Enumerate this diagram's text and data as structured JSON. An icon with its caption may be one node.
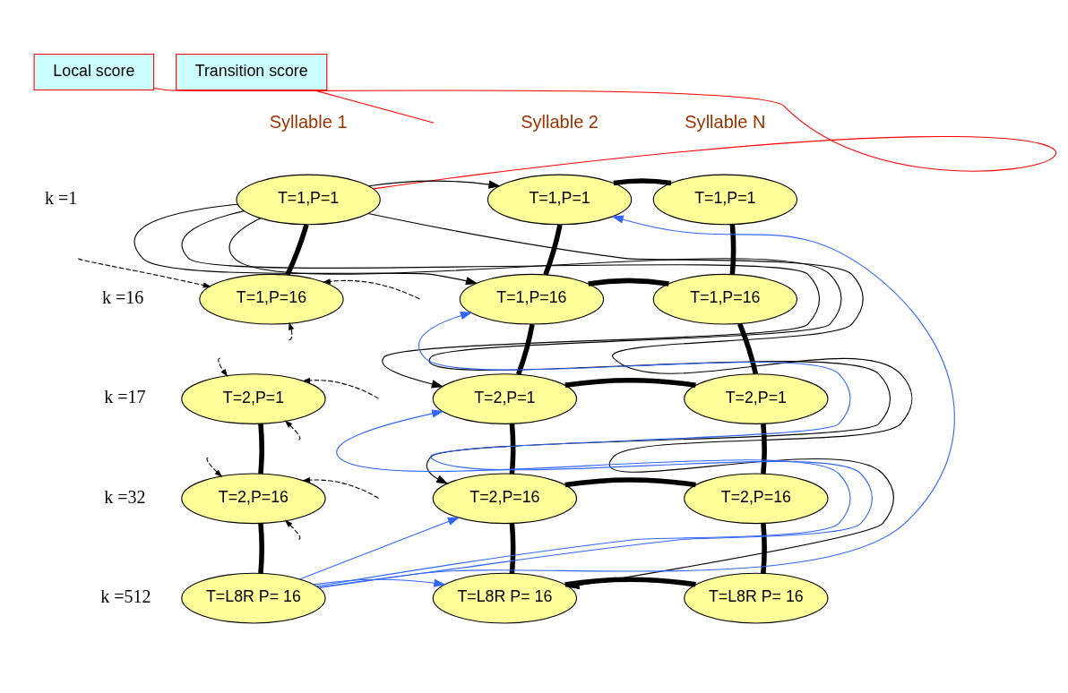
{
  "diagram": {
    "nodes": [
      {
        "text": [
          "Local score"
        ]
      },
      {
        "text": [
          "Transition score"
        ]
      },
      {
        "text": [
          "T=1,P=1"
        ]
      },
      {
        "text": [
          "T=1,P=16"
        ]
      },
      {
        "text": [
          "T=2,P=1"
        ]
      },
      {
        "text": [
          "T=2,P=16"
        ]
      },
      {
        "text": [
          "T=L8R P= 16"
        ]
      },
      {
        "text": [
          "T=1,P=1"
        ]
      },
      {
        "text": [
          "T=1,P=16"
        ]
      },
      {
        "text": [
          "T=2,P=1"
        ]
      },
      {
        "text": [
          "T=2,P=16"
        ]
      },
      {
        "text": [
          "T=L8R P= 16"
        ]
      },
      {
        "text": [
          "T=1,P=1"
        ]
      },
      {
        "text": [
          "T=1,P=16"
        ]
      },
      {
        "text": [
          "T=2,P=1"
        ]
      },
      {
        "text": [
          "T=2,P=16"
        ]
      },
      {
        "text": [
          "T=L8R P= 16"
        ]
      }
    ],
    "edges": [
      {
        "from": 0,
        "to": 2,
        "arrow": "none",
        "color": "#ff0000"
      },
      {
        "from": 1,
        "to": null,
        "arrow": "none",
        "color": "#ff0000"
      },
      {
        "from": 2,
        "to": 7,
        "arrow": "to"
      },
      {
        "from": 2,
        "to": 8,
        "arrow": "to"
      },
      {
        "from": 2,
        "to": 9,
        "arrow": "to"
      },
      {
        "from": 2,
        "to": 10,
        "arrow": "to"
      },
      {
        "from": 2,
        "to": 11,
        "arrow": "to"
      },
      {
        "from": 6,
        "to": 7,
        "arrow": "to",
        "color": "#3366ff"
      },
      {
        "from": 6,
        "to": 8,
        "arrow": "to",
        "color": "#3366ff"
      },
      {
        "from": 6,
        "to": 9,
        "arrow": "to",
        "color": "#3366ff"
      },
      {
        "from": 6,
        "to": 10,
        "arrow": "to",
        "color": "#3366ff"
      },
      {
        "from": 6,
        "to": 11,
        "arrow": "to",
        "color": "#3366ff"
      },
      {
        "from": null,
        "to": 3,
        "arrow": "to",
        "style": "dashed"
      },
      {
        "from": null,
        "to": 3,
        "arrow": "to",
        "style": "dashed"
      },
      {
        "from": null,
        "to": 3,
        "arrow": "to",
        "style": "dashed"
      },
      {
        "from": null,
        "to": 4,
        "arrow": "to",
        "style": "dashed"
      },
      {
        "from": null,
        "to": 4,
        "arrow": "to",
        "style": "dashed"
      },
      {
        "from": null,
        "to": 4,
        "arrow": "to",
        "style": "dashed"
      },
      {
        "from": null,
        "to": 5,
        "arrow": "to",
        "style": "dashed"
      },
      {
        "from": null,
        "to": 5,
        "arrow": "to",
        "style": "dashed"
      },
      {
        "from": null,
        "to": 5,
        "arrow": "to",
        "style": "dashed"
      },
      {
        "from": 2,
        "to": 3,
        "arrow": "none",
        "style": "thick"
      },
      {
        "from": 4,
        "to": 5,
        "arrow": "none",
        "style": "thick"
      },
      {
        "from": 5,
        "to": 6,
        "arrow": "none",
        "style": "thick"
      },
      {
        "from": 7,
        "to": 8,
        "arrow": "none",
        "style": "thick"
      },
      {
        "from": 8,
        "to": 9,
        "arrow": "none",
        "style": "thick"
      },
      {
        "from": 9,
        "to": 10,
        "arrow": "none",
        "style": "thick"
      },
      {
        "from": 10,
        "to": 11,
        "arrow": "none",
        "style": "thick"
      },
      {
        "from": 12,
        "to": 13,
        "arrow": "none",
        "style": "thick"
      },
      {
        "from": 13,
        "to": 14,
        "arrow": "none",
        "style": "thick"
      },
      {
        "from": 14,
        "to": 15,
        "arrow": "none",
        "style": "thick"
      },
      {
        "from": 15,
        "to": 16,
        "arrow": "none",
        "style": "thick"
      },
      {
        "from": 7,
        "to": 12,
        "arrow": "none",
        "style": "thick"
      },
      {
        "from": 8,
        "to": 13,
        "arrow": "none",
        "style": "thick"
      },
      {
        "from": 9,
        "to": 14,
        "arrow": "none",
        "style": "thick"
      },
      {
        "from": 10,
        "to": 15,
        "arrow": "none",
        "style": "thick"
      },
      {
        "from": 11,
        "to": 16,
        "arrow": "none",
        "style": "thick"
      }
    ],
    "labels": [
      "Syllable 1",
      "Syllable 2",
      "Syllable N",
      "k =1",
      "k =16",
      "k =17",
      "k =32",
      "k =512"
    ]
  }
}
